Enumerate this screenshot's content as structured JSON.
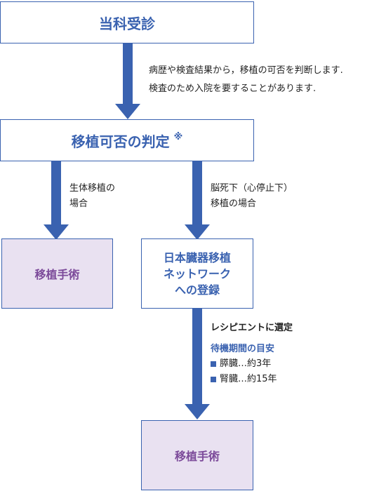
{
  "steps": {
    "consult": "当科受診",
    "judgment": "移植可否の判定",
    "judgment_mark": "※",
    "surgery_living": "移植手術",
    "registration_lines": [
      "日本臓器移植",
      "ネットワーク",
      "への登録"
    ],
    "surgery_deceased": "移植手術"
  },
  "notes": {
    "consult_lines": [
      "病歴や検査結果から，移植の可否を判断します.",
      "検査のため入院を要することがあります."
    ]
  },
  "branches": {
    "living_lines": [
      "生体移植の",
      "場合"
    ],
    "deceased_lines": [
      "脳死下（心停止下）",
      "移植の場合"
    ]
  },
  "recipient": {
    "selected": "レシピエントに選定",
    "waiting_title": "待機期間の目安",
    "items": [
      "膵臓…約3年",
      "腎臓…約15年"
    ]
  },
  "colors": {
    "accent_blue": "#3a62b0",
    "purple_text": "#7c4a9a",
    "purple_fill": "#e9e1f1"
  }
}
